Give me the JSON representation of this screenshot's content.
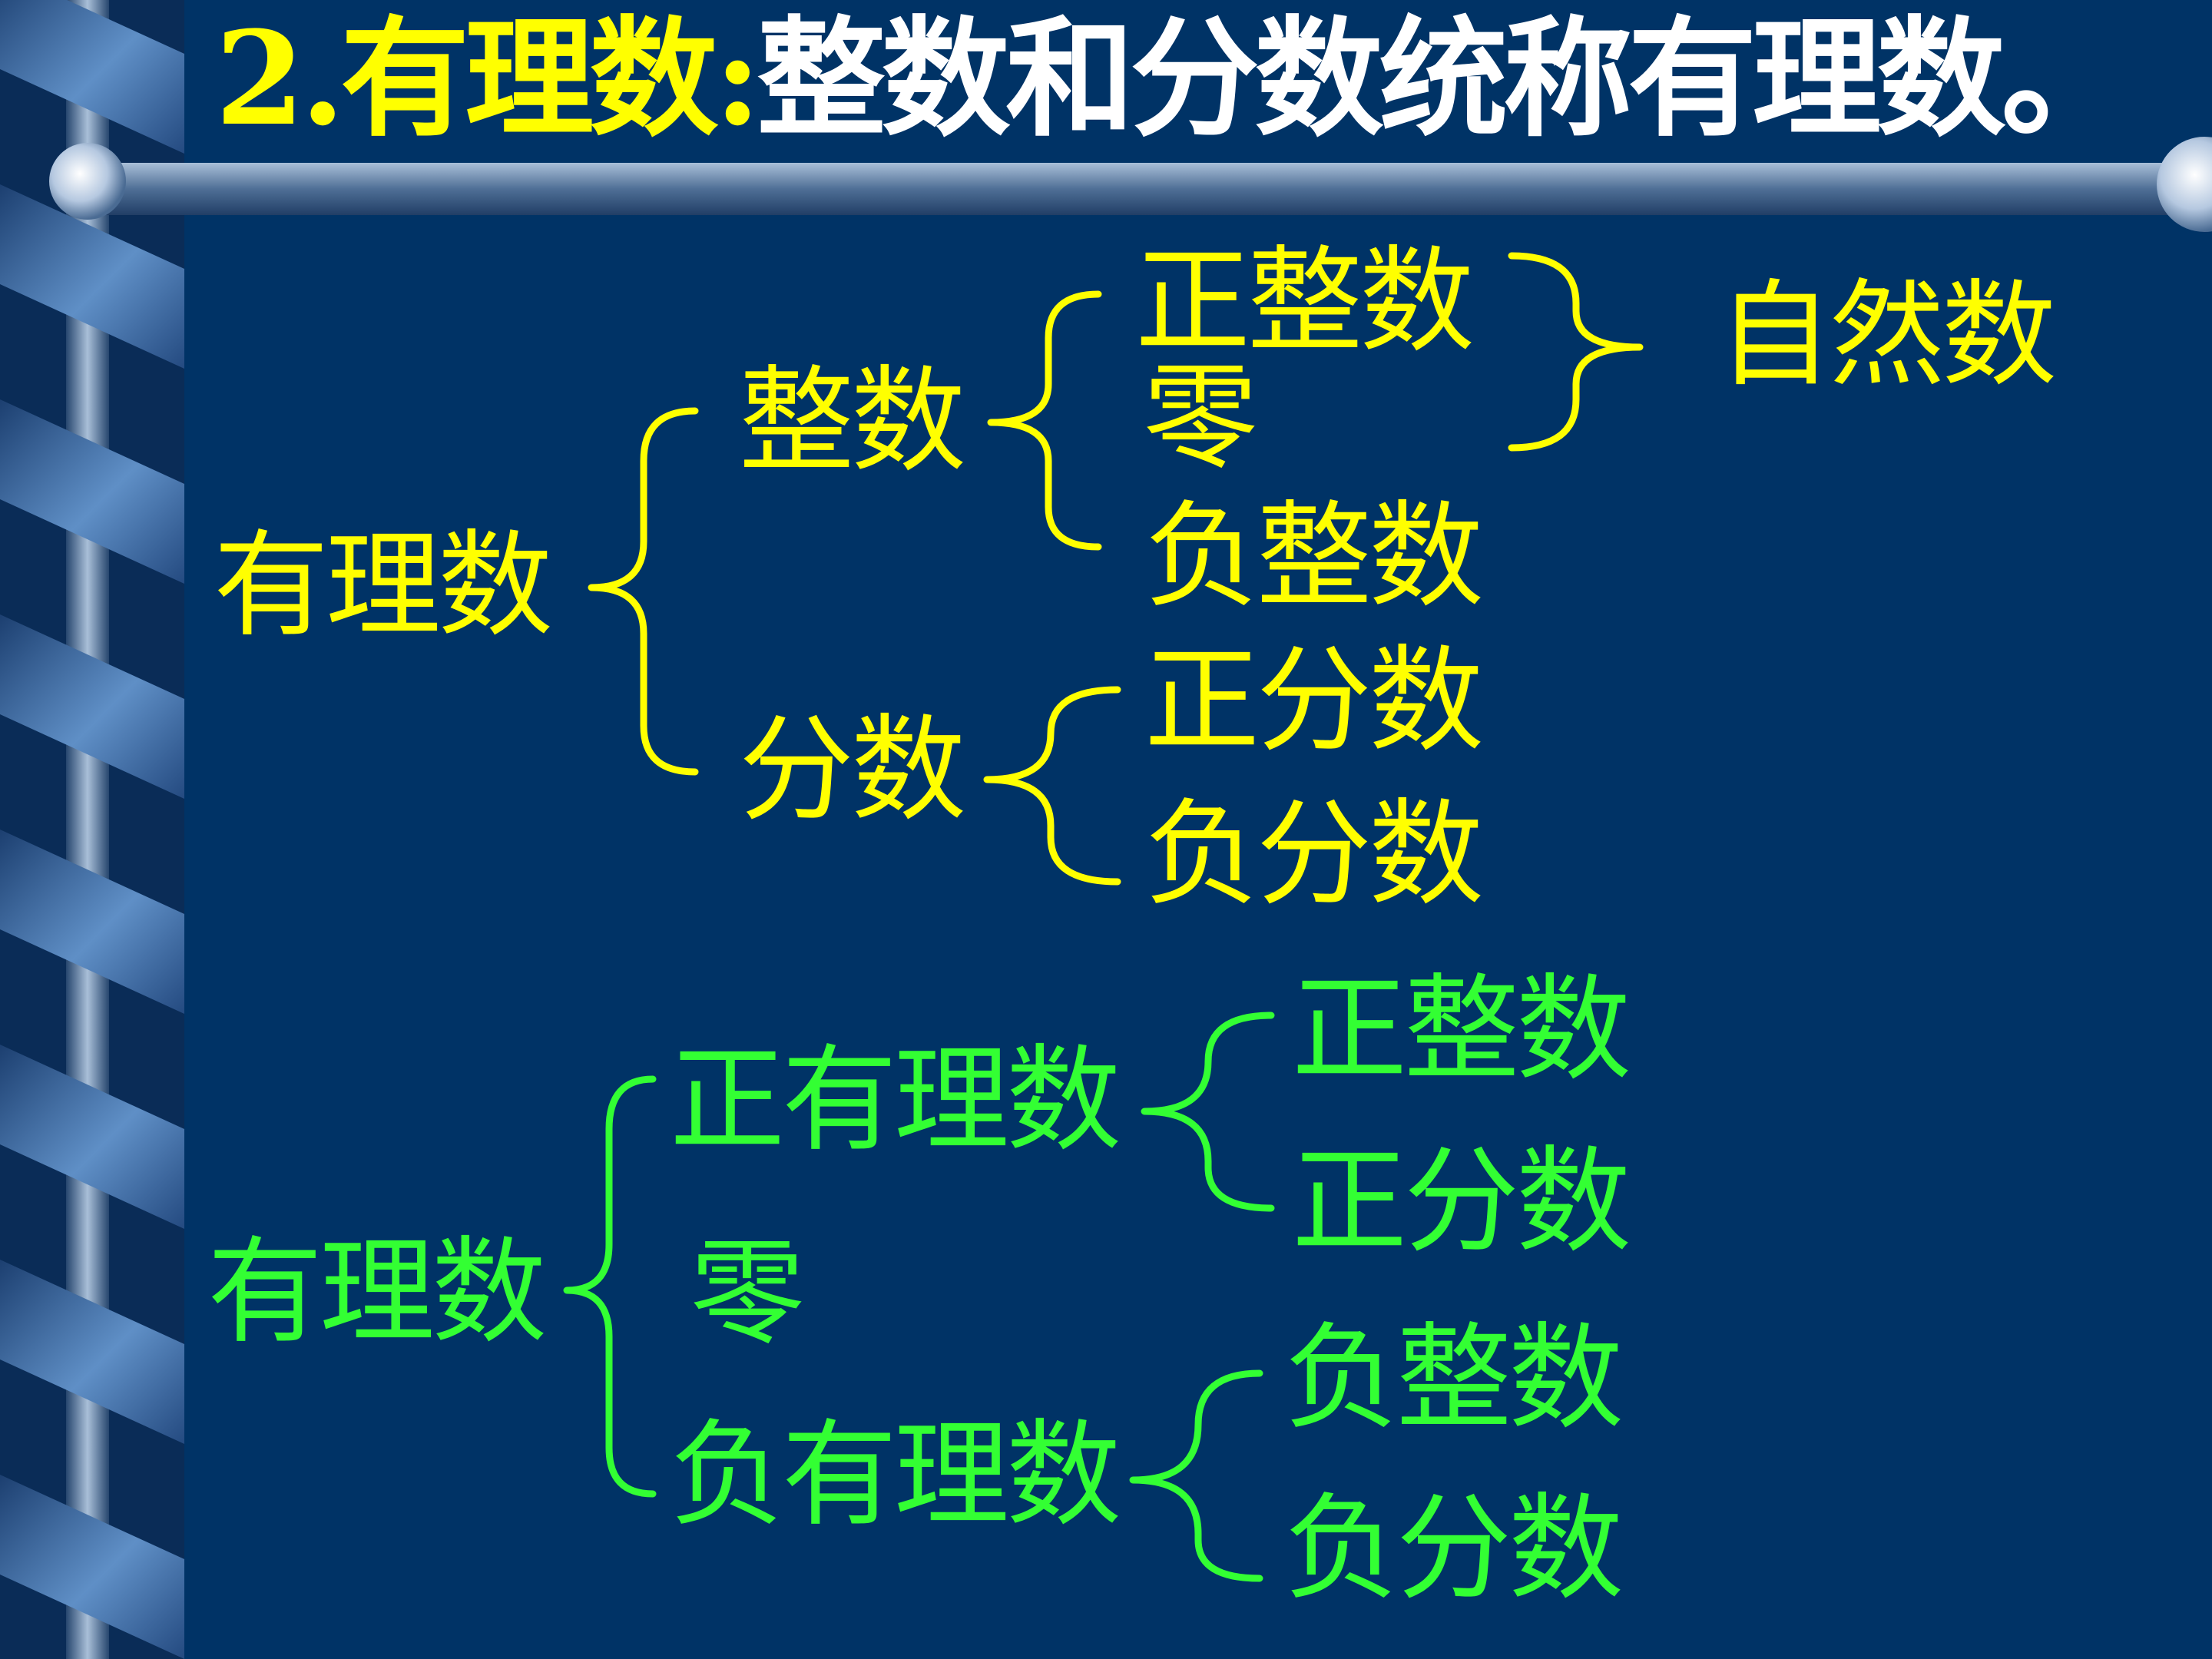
{
  "title": {
    "prefix": "2.有理数:",
    "text": "整数和分数统称有理数。"
  },
  "colors": {
    "background": "#003366",
    "first_tree": "#ffff00",
    "second_tree": "#33ff33",
    "title_text": "#ffffff"
  },
  "tree1": {
    "root": "有理数",
    "integer": "整数",
    "positive_integer": "正整数",
    "zero": "零",
    "negative_integer": "负整数",
    "natural_number": "自然数",
    "fraction": "分数",
    "positive_fraction": "正分数",
    "negative_fraction": "负分数"
  },
  "tree2": {
    "root": "有理数",
    "positive_rational": "正有理数",
    "positive_integer": "正整数",
    "positive_fraction": "正分数",
    "zero": "零",
    "negative_rational": "负有理数",
    "negative_integer": "负整数",
    "negative_fraction": "负分数"
  }
}
